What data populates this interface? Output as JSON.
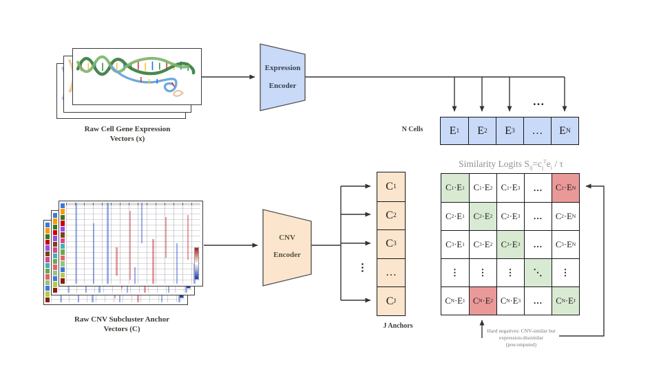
{
  "colors": {
    "box_blue": "#c9daf8",
    "box_peach": "#fce5cd",
    "matrix_green": "#d9ead3",
    "matrix_red": "#ea9999",
    "trapezoid_blue": "#c9daf8",
    "trapezoid_peach": "#fce5cd",
    "trapezoid_stroke": "#555555",
    "line": "#333333",
    "title_gray": "#8f8f8f",
    "annotation_gray": "#777777",
    "label_dark": "#3d3a35",
    "cluster_colors": [
      "#3c78d8",
      "#ff9900",
      "#38761d",
      "#cc0000",
      "#9351e8",
      "#7b3f1d",
      "#d44a8a",
      "#45b0b5",
      "#6aa84f",
      "#e06666",
      "#93c47d",
      "#3c78d8",
      "#b5c94a",
      "#85200c"
    ],
    "dna_tick_colors": [
      "#d32f2f",
      "#fbc02d",
      "#1976d2",
      "#388e3c"
    ]
  },
  "expression": {
    "stack_label": [
      "Raw Cell Gene Expression",
      "Vectors (x)"
    ],
    "encoder": [
      "Expression",
      "Encoder"
    ],
    "cells_label": "N Cells",
    "ellipsis": "…",
    "cells": [
      [
        {
          "t": "E"
        },
        {
          "b": "1"
        }
      ],
      [
        {
          "t": "E"
        },
        {
          "b": "2"
        }
      ],
      [
        {
          "t": "E"
        },
        {
          "b": "3"
        }
      ],
      [
        {
          "t": "…"
        }
      ],
      [
        {
          "t": "E"
        },
        {
          "b": "N"
        }
      ]
    ]
  },
  "cnv": {
    "stack_label": [
      "Raw CNV Subcluster Anchor",
      "Vectors (C)"
    ],
    "encoder": [
      "CNV",
      "Encoder"
    ],
    "anchors_label": "J Anchors",
    "vdots": "⋮",
    "anchors": [
      [
        {
          "t": "C"
        },
        {
          "b": "1"
        }
      ],
      [
        {
          "t": "C"
        },
        {
          "b": "2"
        }
      ],
      [
        {
          "t": "C"
        },
        {
          "b": "3"
        }
      ],
      [
        {
          "t": "…"
        }
      ],
      [
        {
          "t": "C"
        },
        {
          "b": "J"
        }
      ]
    ]
  },
  "matrix": {
    "title_parts": [
      {
        "t": "Similarity Logits S"
      },
      {
        "b": "ij"
      },
      {
        "t": "=c"
      },
      {
        "b": "j"
      },
      {
        "p": "T"
      },
      {
        "t": "e"
      },
      {
        "b": "i"
      },
      {
        "t": " / τ"
      }
    ],
    "cells": [
      [
        {
          "bg": "g",
          "p": [
            {
              "t": "C"
            },
            {
              "b": "1"
            },
            {
              "t": "·E"
            },
            {
              "b": "1"
            }
          ]
        },
        {
          "p": [
            {
              "t": "C"
            },
            {
              "b": "1"
            },
            {
              "t": "·E"
            },
            {
              "b": "2"
            }
          ]
        },
        {
          "p": [
            {
              "t": "C"
            },
            {
              "b": "1"
            },
            {
              "t": "·E"
            },
            {
              "b": "3"
            }
          ]
        },
        {
          "p": [
            {
              "t": "…"
            }
          ]
        },
        {
          "bg": "r",
          "p": [
            {
              "t": "C"
            },
            {
              "b": "1"
            },
            {
              "t": "·E"
            },
            {
              "b": "N"
            }
          ]
        }
      ],
      [
        {
          "p": [
            {
              "t": "C"
            },
            {
              "b": "2"
            },
            {
              "t": "·E"
            },
            {
              "b": "1"
            }
          ]
        },
        {
          "bg": "g",
          "p": [
            {
              "t": "C"
            },
            {
              "b": "2"
            },
            {
              "t": "·E"
            },
            {
              "b": "2"
            }
          ]
        },
        {
          "p": [
            {
              "t": "C"
            },
            {
              "b": "2"
            },
            {
              "t": "·E"
            },
            {
              "b": "3"
            }
          ]
        },
        {
          "p": [
            {
              "t": "…"
            }
          ]
        },
        {
          "p": [
            {
              "t": "C"
            },
            {
              "b": "2"
            },
            {
              "t": "·E"
            },
            {
              "b": "N"
            }
          ]
        }
      ],
      [
        {
          "p": [
            {
              "t": "C"
            },
            {
              "b": "3"
            },
            {
              "t": "·E"
            },
            {
              "b": "1"
            }
          ]
        },
        {
          "p": [
            {
              "t": "C"
            },
            {
              "b": "3"
            },
            {
              "t": "·E"
            },
            {
              "b": "2"
            }
          ]
        },
        {
          "bg": "g",
          "p": [
            {
              "t": "C"
            },
            {
              "b": "3"
            },
            {
              "t": "·E"
            },
            {
              "b": "3"
            }
          ]
        },
        {
          "p": [
            {
              "t": "…"
            }
          ]
        },
        {
          "p": [
            {
              "t": "C"
            },
            {
              "b": "3"
            },
            {
              "t": "·E"
            },
            {
              "b": "N"
            }
          ]
        }
      ],
      [
        {
          "p": [
            {
              "t": "⋮"
            }
          ]
        },
        {
          "p": [
            {
              "t": "⋮"
            }
          ]
        },
        {
          "p": [
            {
              "t": "⋮"
            }
          ]
        },
        {
          "bg": "g",
          "p": [
            {
              "t": "⋱"
            }
          ]
        },
        {
          "p": [
            {
              "t": "⋮"
            }
          ]
        }
      ],
      [
        {
          "p": [
            {
              "t": "C"
            },
            {
              "b": "N"
            },
            {
              "t": "·E"
            },
            {
              "b": "1"
            }
          ]
        },
        {
          "bg": "r",
          "p": [
            {
              "t": "C"
            },
            {
              "b": "N"
            },
            {
              "t": "·E"
            },
            {
              "b": "2"
            }
          ]
        },
        {
          "p": [
            {
              "t": "C"
            },
            {
              "b": "N"
            },
            {
              "t": "·E"
            },
            {
              "b": "3"
            }
          ]
        },
        {
          "p": [
            {
              "t": "…"
            }
          ]
        },
        {
          "bg": "g",
          "p": [
            {
              "t": "C"
            },
            {
              "b": "N"
            },
            {
              "t": "·E"
            },
            {
              "b": "J"
            }
          ]
        }
      ]
    ]
  },
  "annotation": {
    "lines": [
      "Hard negatives: CNV-similar but",
      "expression-dissimilar",
      "(precomputed)"
    ]
  }
}
